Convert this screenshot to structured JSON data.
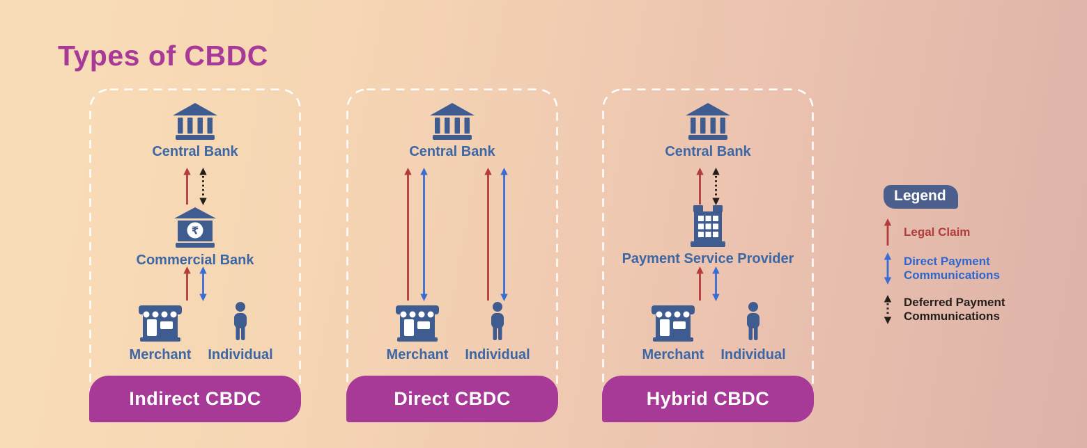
{
  "title": "Types of CBDC",
  "colors": {
    "background_start": "#f9ddb8",
    "background_end": "#ddb2a8",
    "title": "#a73a97",
    "banner": "#a73a97",
    "entity_label": "#3c66a4",
    "icon_fill": "#3e5c8f",
    "panel_dashed_border": "#ffffff",
    "legend_badge": "#4c5f8c",
    "legal_claim_red": "#b23b3b",
    "direct_payment_blue": "#3a6cd4",
    "deferred_payment_black": "#241e1b"
  },
  "icons": {
    "central_bank": "bank-building-icon",
    "commercial_bank": "bank-rupee-icon",
    "payment_service_provider": "office-building-icon",
    "merchant": "storefront-icon",
    "individual": "person-icon",
    "legal_claim": "arrow-up-single-red",
    "direct_payment": "arrow-vertical-double-blue",
    "deferred_payment": "arrow-vertical-double-dashed-black"
  },
  "panels": [
    {
      "banner": "Indirect CBDC",
      "top_entity": "Central Bank",
      "middle_entity": "Commercial Bank",
      "bottom_entities": [
        "Merchant",
        "Individual"
      ]
    },
    {
      "banner": "Direct CBDC",
      "top_entity": "Central Bank",
      "bottom_entities": [
        "Merchant",
        "Individual"
      ]
    },
    {
      "banner": "Hybrid CBDC",
      "top_entity": "Central Bank",
      "middle_entity": "Payment Service Provider",
      "bottom_entities": [
        "Merchant",
        "Individual"
      ]
    }
  ],
  "legend": {
    "title": "Legend",
    "items": [
      {
        "label": "Legal Claim"
      },
      {
        "label": "Direct Payment Communications"
      },
      {
        "label": "Deferred Payment Communications"
      }
    ]
  }
}
